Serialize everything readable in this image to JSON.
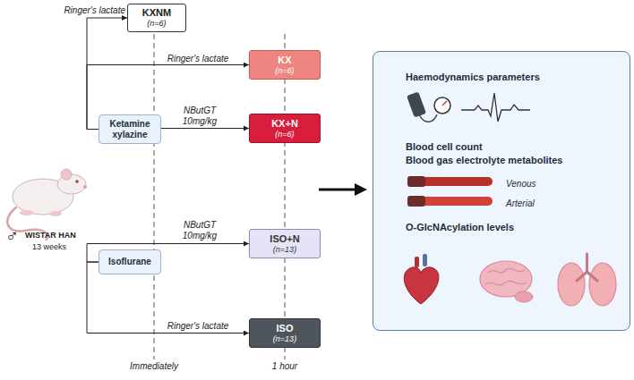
{
  "diagram": {
    "nodes": [
      {
        "text": [
          "KXNM",
          "(n=6)"
        ]
      },
      {
        "text": [
          "KX",
          "(n=6)"
        ]
      },
      {
        "text": [
          "Ketamine xylazine"
        ]
      },
      {
        "text": [
          "KX+N",
          "(n=6)"
        ]
      },
      {
        "text": [
          "ISO+N",
          "(n=13)"
        ]
      },
      {
        "text": [
          "Isoflurane"
        ]
      },
      {
        "text": [
          "ISO",
          "(n=13)"
        ]
      },
      {
        "text": [
          "Haemodynamics parameters",
          "Blood cell count",
          "Blood gas electrolyte metabolites",
          "Venous",
          "Arterial",
          "O-GlcNAcylation levels"
        ]
      }
    ],
    "edges": [
      {
        "from": 2,
        "to": 0,
        "label": "Ringer's lactate",
        "arrow": "to"
      },
      {
        "from": 2,
        "to": 1,
        "label": "Ringer's lactate",
        "arrow": "to"
      },
      {
        "from": 2,
        "to": 3,
        "label": "NButGT 10mg/kg",
        "arrow": "to"
      },
      {
        "from": 5,
        "to": 4,
        "label": "NButGT 10mg/kg",
        "arrow": "to"
      },
      {
        "from": 5,
        "to": 6,
        "label": "Ringer's lactate",
        "arrow": "to"
      }
    ],
    "labels": [
      "♂",
      "WISTAR HAN",
      "13 weeks",
      "Immediately",
      "1 hour"
    ]
  }
}
